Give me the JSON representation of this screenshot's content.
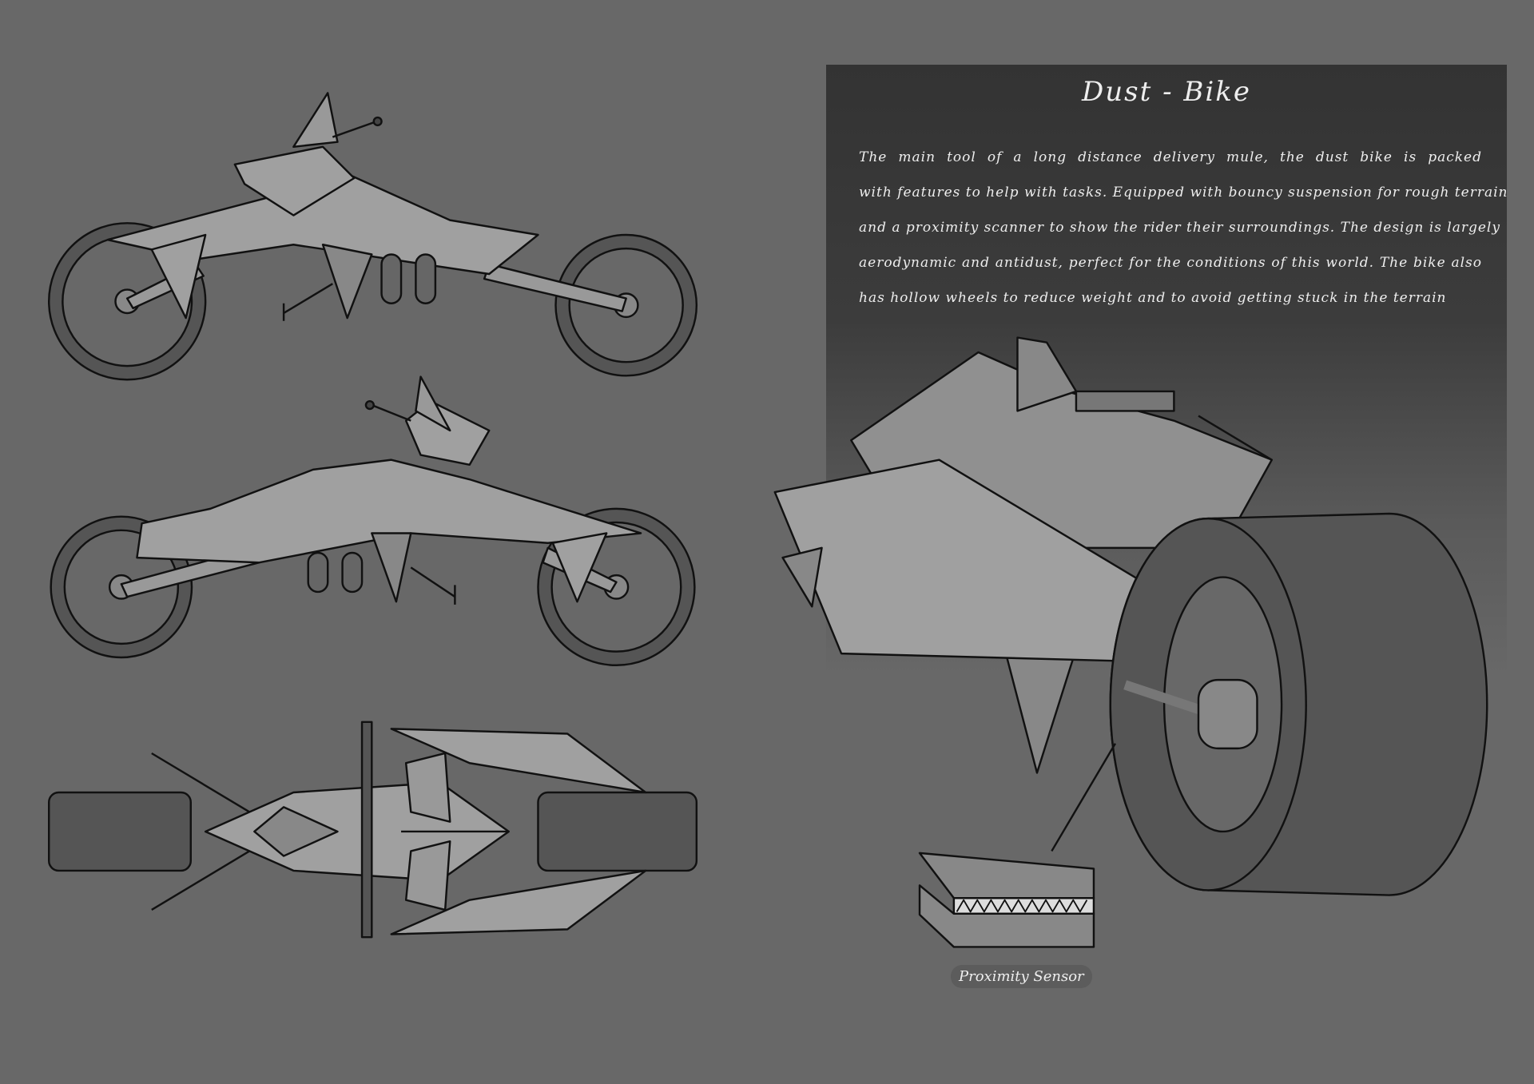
{
  "title": "Dust - Bike",
  "description_lines": [
    "The main tool of a long distance delivery mule, the dust bike is packed",
    "with features to help with tasks. Equipped with bouncy suspension for rough terrain",
    "and a proximity scanner to show the rider their surroundings. The design is largely",
    "aerodynamic and antidust, perfect for the conditions of this world. The bike also",
    "has hollow wheels to reduce weight and to avoid getting stuck in the terrain"
  ],
  "callout_label": "Proximity Sensor",
  "colors": {
    "background": "#686868",
    "panel_top": "#333333",
    "body": "#a0a0a0",
    "tire": "#505050",
    "outline": "#111111"
  }
}
